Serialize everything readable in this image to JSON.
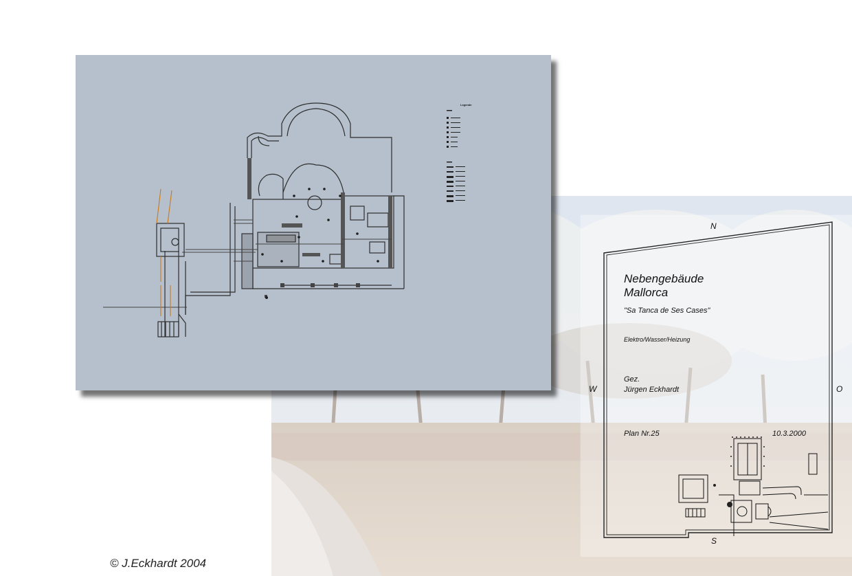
{
  "title_block": {
    "compass_n": "N",
    "compass_w": "W",
    "compass_o": "O",
    "compass_s": "S",
    "building_line1": "Nebengebäude",
    "building_line2": "Mallorca",
    "estate": "\"Sa Tanca de Ses Cases\"",
    "discipline": "Elektro/Wasser/Heizung",
    "drawn_by_label": "Gez.",
    "drawn_by_name": "Jürgen Eckhardt",
    "plan_number": "Plan Nr.25",
    "date": "10.3.2000"
  },
  "blueprint": {
    "legend_title": "Legende"
  },
  "copyright": "© J.Eckhardt 2004",
  "colors": {
    "sheet": "#b5c0cc",
    "lines": "#333333",
    "pipe_orange": "#c77a1e"
  }
}
